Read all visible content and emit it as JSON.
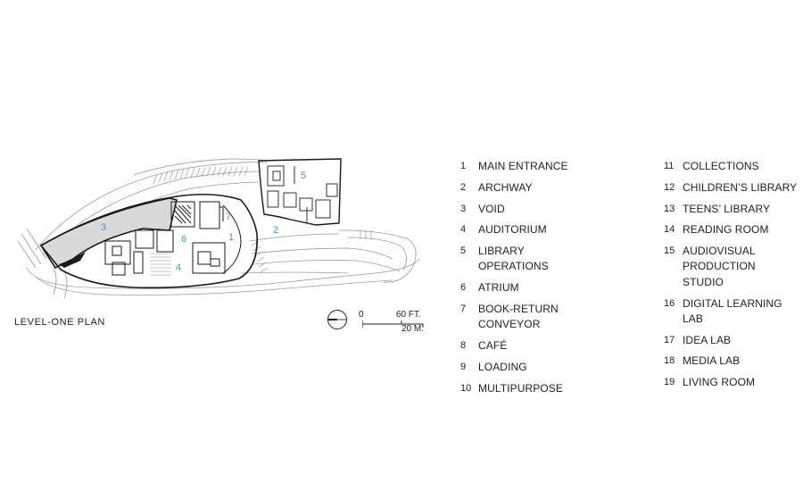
{
  "plan": {
    "title": "LEVEL-ONE PLAN",
    "scale": {
      "zero": "0",
      "feet": "60 FT.",
      "meters": "20 M."
    },
    "room_numbers": [
      "1",
      "2",
      "3",
      "4",
      "5",
      "6",
      "7"
    ]
  },
  "legend": {
    "left": [
      {
        "num": "1",
        "label": "MAIN ENTRANCE"
      },
      {
        "num": "2",
        "label": "ARCHWAY"
      },
      {
        "num": "3",
        "label": "VOID"
      },
      {
        "num": "4",
        "label": "AUDITORIUM"
      },
      {
        "num": "5",
        "label": "LIBRARY OPERATIONS"
      },
      {
        "num": "6",
        "label": "ATRIUM"
      },
      {
        "num": "7",
        "label": "BOOK-RETURN CONVEYOR"
      },
      {
        "num": "8",
        "label": "CAFÉ"
      },
      {
        "num": "9",
        "label": "LOADING"
      },
      {
        "num": "10",
        "label": "MULTIPURPOSE"
      }
    ],
    "right": [
      {
        "num": "11",
        "label": "COLLECTIONS"
      },
      {
        "num": "12",
        "label": "CHILDREN’S LIBRARY"
      },
      {
        "num": "13",
        "label": "TEENS’ LIBRARY"
      },
      {
        "num": "14",
        "label": "READING ROOM"
      },
      {
        "num": "15",
        "label": "AUDIOVISUAL PRODUCTION STUDIO"
      },
      {
        "num": "16",
        "label": "DIGITAL LEARNING LAB"
      },
      {
        "num": "17",
        "label": "IDEA LAB"
      },
      {
        "num": "18",
        "label": "MEDIA LAB"
      },
      {
        "num": "19",
        "label": "LIVING ROOM"
      }
    ]
  },
  "colors": {
    "room_number": "#3a9ccf",
    "wall": "#1a1a1a",
    "void_fill": "#d9d9d9",
    "context_line": "#9a9a9a"
  }
}
